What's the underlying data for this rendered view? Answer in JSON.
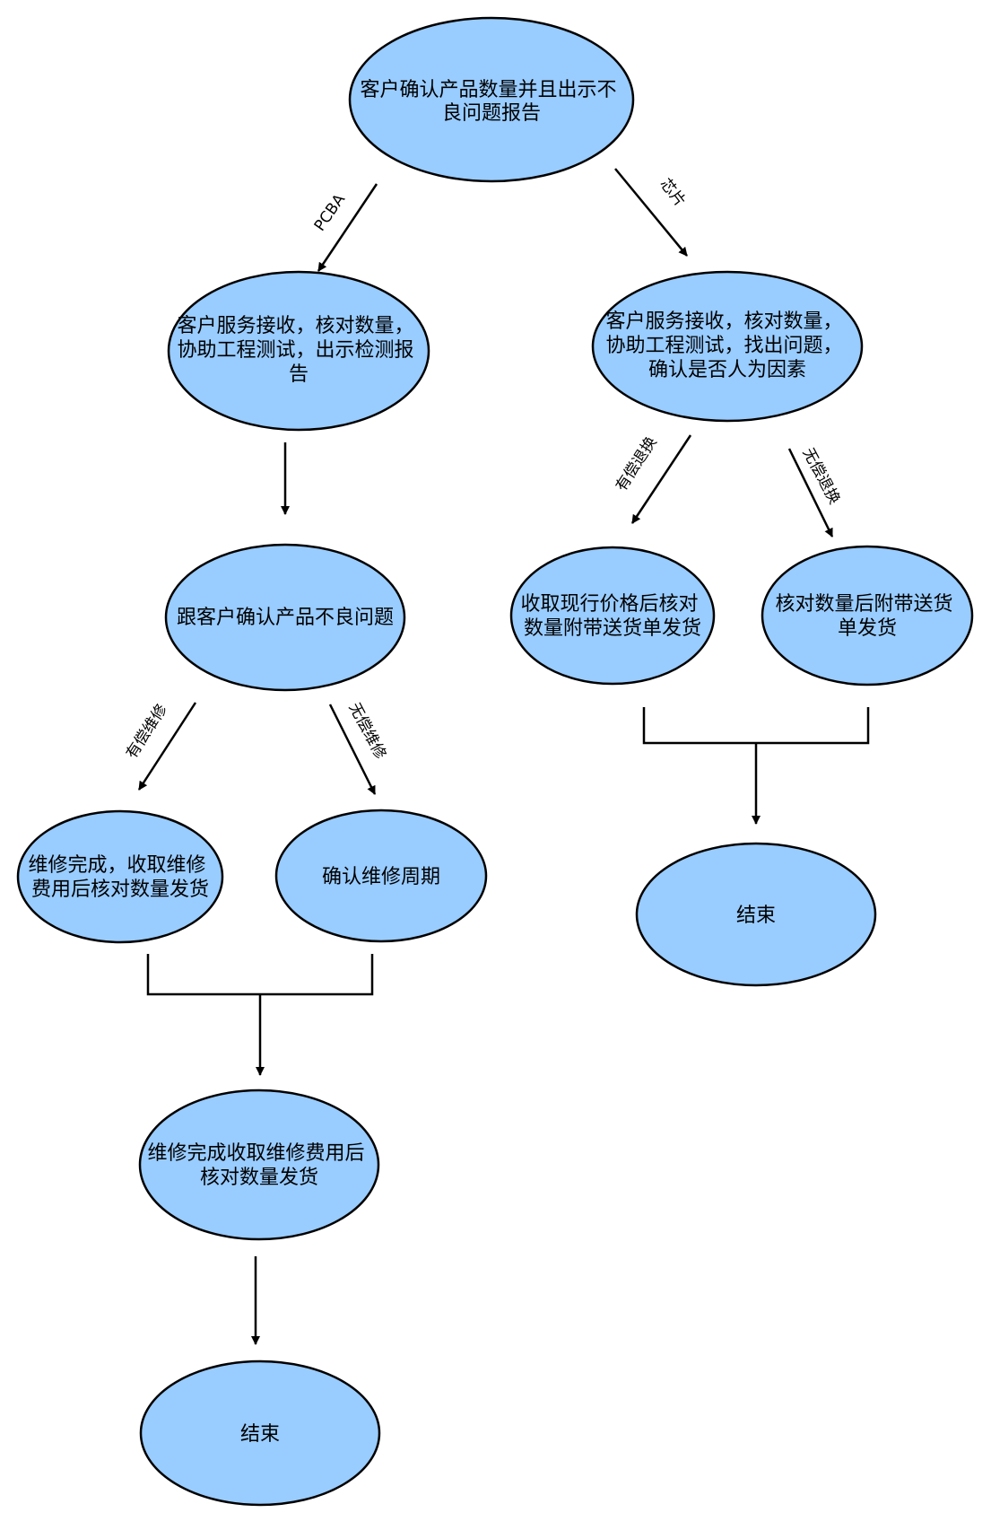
{
  "colors": {
    "node_fill": "#99ccff",
    "node_stroke": "#000000",
    "edge": "#000000",
    "label_text": "#000000"
  },
  "nodes": {
    "start": {
      "lines": [
        "客户确认产品数量并且出示不",
        "良问题报告"
      ]
    },
    "pcba_service": {
      "lines": [
        "客户服务接收，核对数量，",
        "协助工程测试，出示检测报",
        "告"
      ]
    },
    "chip_service": {
      "lines": [
        "客户服务接收，核对数量，",
        "协助工程测试，找出问题，",
        "确认是否人为因素"
      ]
    },
    "confirm_defect": {
      "lines": [
        "跟客户确认产品不良问题"
      ]
    },
    "paid_exchange": {
      "lines": [
        "收取现行价格后核对",
        "数量附带送货单发货"
      ]
    },
    "free_exchange": {
      "lines": [
        "核对数量后附带送货",
        "单发货"
      ]
    },
    "paid_repair": {
      "lines": [
        "维修完成，收取维修",
        "费用后核对数量发货"
      ]
    },
    "free_repair": {
      "lines": [
        "确认维修周期"
      ]
    },
    "end_right": {
      "lines": [
        "结束"
      ]
    },
    "repair_done": {
      "lines": [
        "维修完成收取维修费用后",
        "核对数量发货"
      ]
    },
    "end_left": {
      "lines": [
        "结束"
      ]
    }
  },
  "edge_labels": {
    "pcba": "PCBA",
    "chip": "芯片",
    "paid_exchange": "有偿退换",
    "free_exchange": "无偿退换",
    "paid_repair": "有偿维修",
    "free_repair": "无偿维修"
  }
}
